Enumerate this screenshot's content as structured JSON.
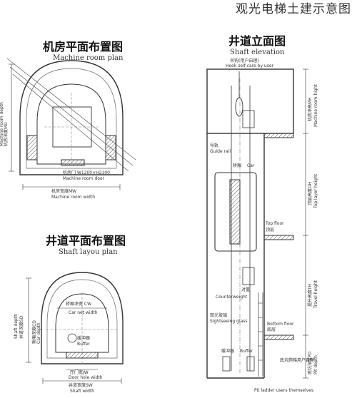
{
  "page_title": "观光电梯土建示意图",
  "machine_room": {
    "title_cn": "机房平面布置图",
    "title_en": "Machine room plan",
    "door_cn": "机房门 W1200×H2100",
    "door_en": "Machine room door",
    "width_cn": "机房宽度MW",
    "width_en": "Machine room width",
    "depth_cn": "机房深度MD",
    "depth_en": "Machine room depth"
  },
  "shaft_layout": {
    "title_cn": "井道平面布置图",
    "title_en": "Shaft layou plan",
    "car_width_cn": "轿厢净宽 CW",
    "car_width_en": "Car net width",
    "buffer_cn": "缓冲器",
    "buffer_en": "Buffer",
    "door_cn": "厅门宽JW",
    "door_en": "Door hole width",
    "shaft_width_cn": "井道宽度SW",
    "shaft_width_en": "Shaft width",
    "shaft_depth_cn": "井道深度SD",
    "shaft_depth_en": "Shaft depth",
    "car_depth_cn": "轿厢深度CD",
    "car_depth_en": "Car depth"
  },
  "shaft_elevation": {
    "title_cn": "井道立面图",
    "title_en": "Shaft elevation",
    "hook_cn": "吊钩(用户自理)",
    "hook_en": "Hook self care by user",
    "mr_height_cn": "机房净高MH",
    "mr_height_en": "Machine room hight",
    "overhead_cn": "顶层高度OH",
    "overhead_en": "Top layer height",
    "floor_cn": "顶层",
    "floor_en": "Top floor",
    "travel_cn": "提升高度TH",
    "travel_en": "Travel height",
    "counterweight_cn": "对重",
    "counterweight_en": "Counterweight",
    "bottom_floor_cn": "底层",
    "bottom_floor_en": "Bottom floor",
    "pit_depth_cn": "底坑深度PD",
    "pit_depth_en": "Pit depth",
    "ladder_cn": "底坑爬梯用户自理",
    "ladder_en": "Pit ladder users themselves",
    "glass_cn": "观光玻璃",
    "glass_en": "Sightseeing glass",
    "buffer_cn": "缓冲器",
    "buffer_en": "Buffer",
    "car_cn": "轿厢",
    "car_en": "Car",
    "rail_cn": "导轨",
    "rail_en": "Guide rail"
  }
}
